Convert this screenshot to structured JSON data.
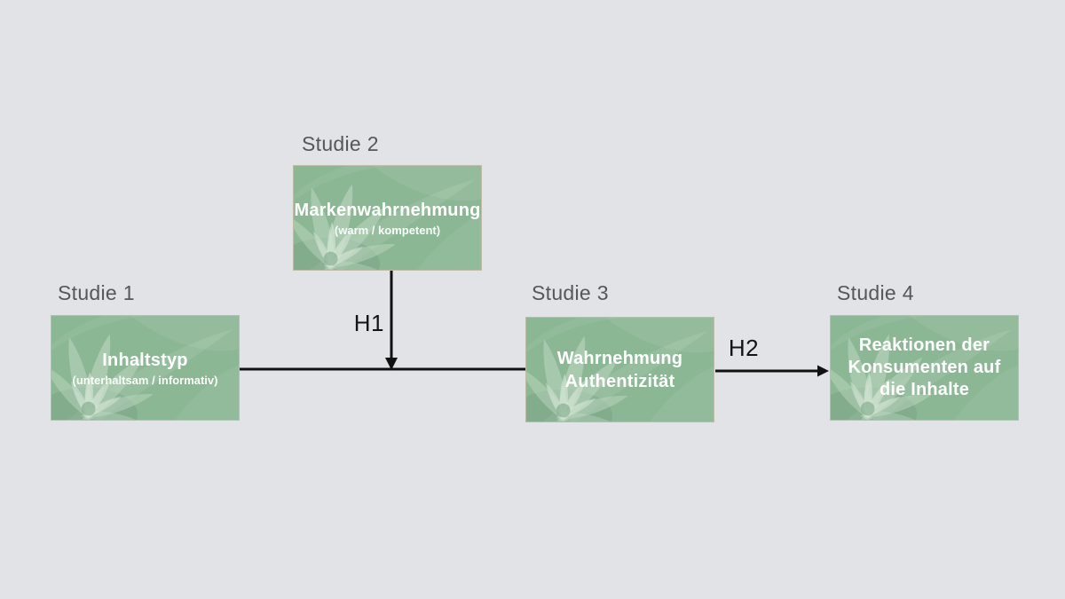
{
  "diagram": {
    "studies": [
      {
        "label": "Studie 1",
        "title": "Inhaltstyp",
        "subtitle": "(unterhaltsam / informativ)"
      },
      {
        "label": "Studie 2",
        "title": "Markenwahrnehmung",
        "subtitle": "(warm / kompetent)"
      },
      {
        "label": "Studie 3",
        "title": "Wahrnehmung Authentizität"
      },
      {
        "label": "Studie 4",
        "title": "Reaktionen der Konsumenten auf die Inhalte"
      }
    ],
    "hypotheses": [
      {
        "label": "H1"
      },
      {
        "label": "H2"
      }
    ],
    "colors": {
      "background": "#e2e3e6",
      "box_green": "#8cb795",
      "arrow": "#111111",
      "label_gray": "#55575a",
      "box_text": "#ffffff"
    }
  }
}
